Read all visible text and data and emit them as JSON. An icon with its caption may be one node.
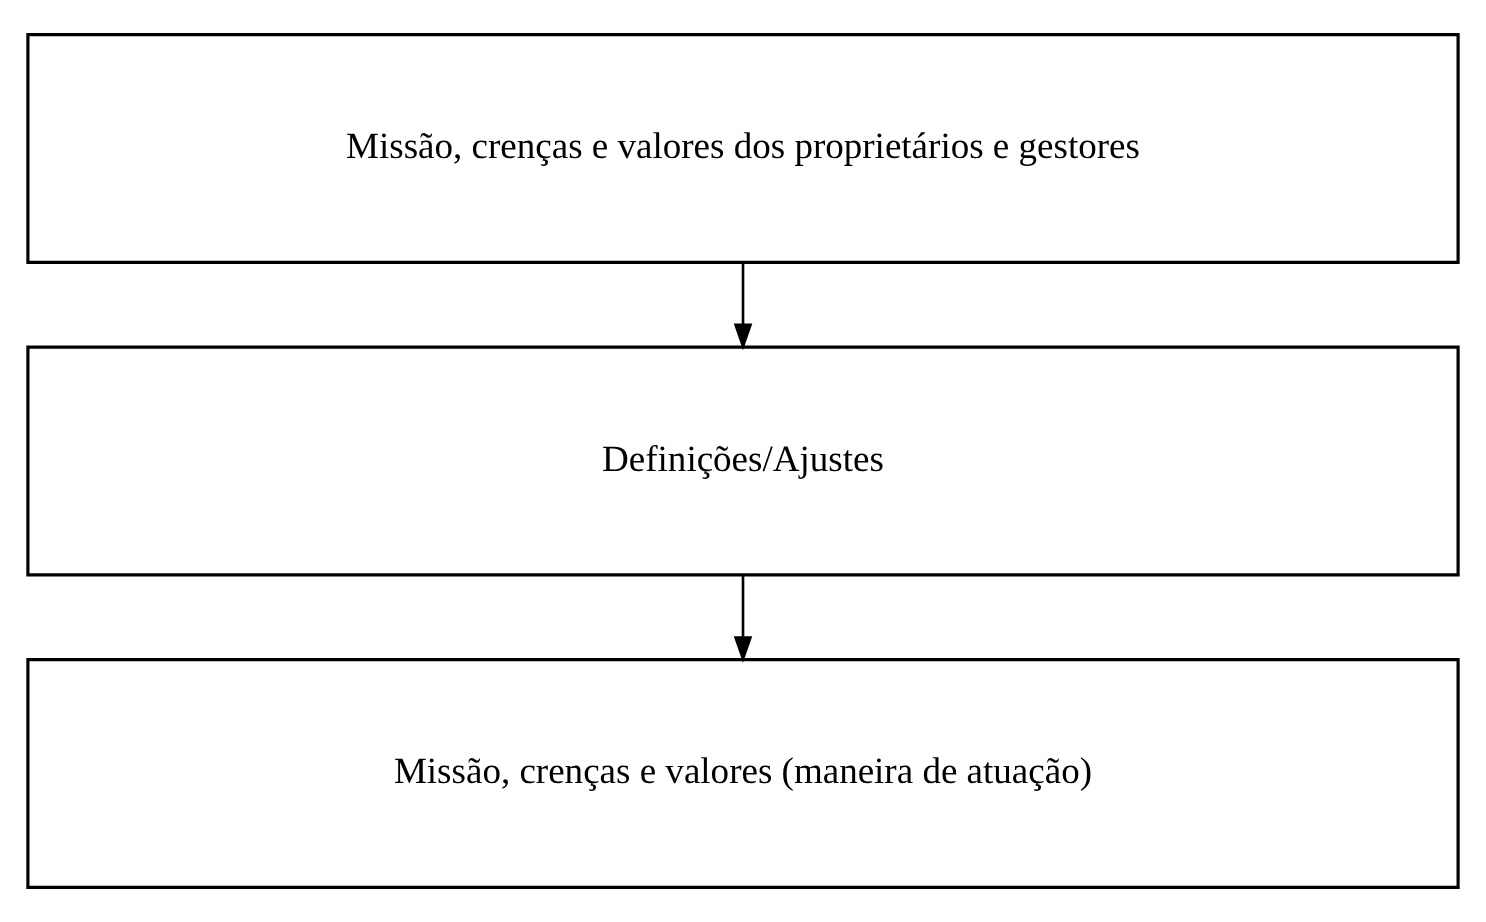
{
  "diagram": {
    "nodes": [
      {
        "text": [
          "Missão, crenças e valores dos proprietários e gestores"
        ]
      },
      {
        "text": [
          "Definições/Ajustes"
        ]
      },
      {
        "text": [
          "Missão, crenças e valores (maneira de atuação)"
        ]
      }
    ],
    "edges": [
      {
        "from": 0,
        "to": 1,
        "arrow": "to"
      },
      {
        "from": 1,
        "to": 2,
        "arrow": "to"
      }
    ]
  }
}
